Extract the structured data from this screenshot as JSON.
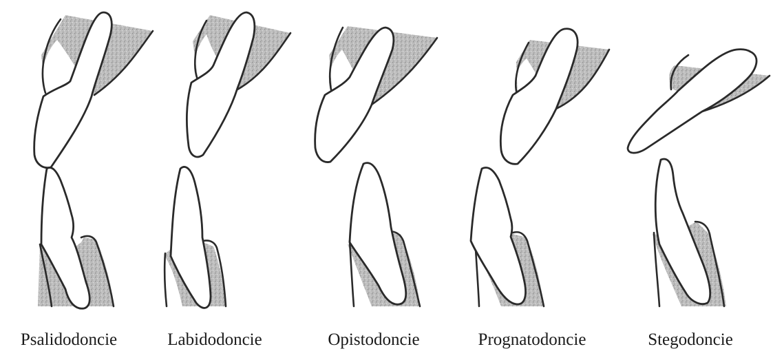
{
  "occlusion_types": [
    {
      "label": "Psalidodoncie"
    },
    {
      "label": "Labidodoncie"
    },
    {
      "label": "Opistodoncie"
    },
    {
      "label": "Prognatodoncie"
    },
    {
      "label": "Stegodoncie"
    }
  ]
}
